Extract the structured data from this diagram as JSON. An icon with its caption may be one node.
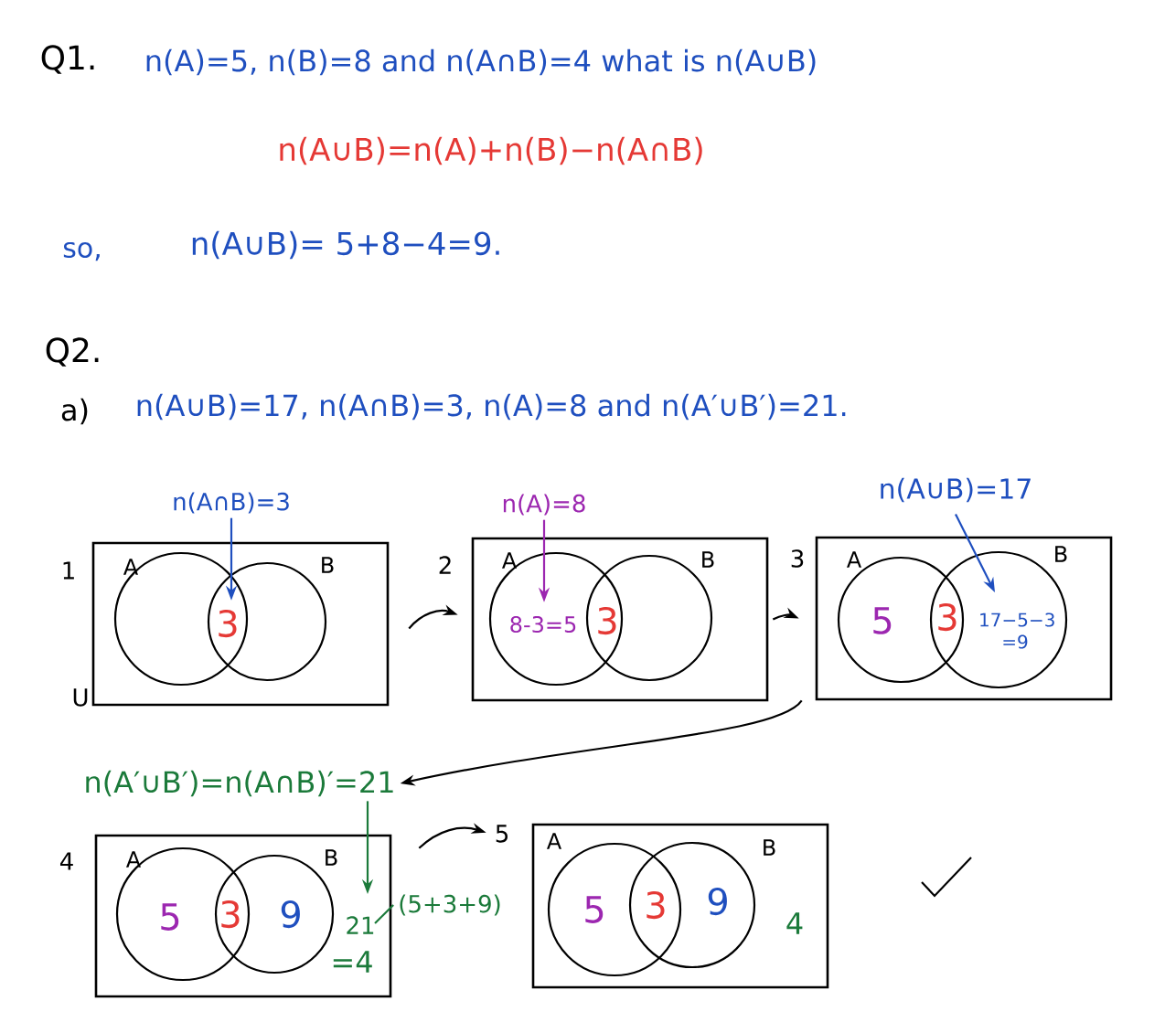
{
  "diagram": {
    "nodes": [
      {
        "text": [
          "A",
          "B",
          "3"
        ],
        "beside": [
          "1",
          "U"
        ]
      },
      {
        "text": [
          "n(A∩B)=3"
        ]
      },
      {
        "text": [
          "A",
          "B",
          "8-3=5",
          "3"
        ],
        "beside": [
          "2"
        ]
      },
      {
        "text": [
          "n(A)=8"
        ]
      },
      {
        "text": [
          "A",
          "B",
          "5",
          "3",
          "17−5−3 =9"
        ],
        "beside": [
          "3"
        ]
      },
      {
        "text": [
          "n(A∪B)=17"
        ]
      },
      {
        "text": [
          "n(A′∪B′)=n(A∩B)′=21"
        ]
      },
      {
        "text": [
          "A",
          "B",
          "5",
          "3",
          "9",
          "21",
          "=4"
        ],
        "beside": [
          "4"
        ]
      },
      {
        "text": [
          "(5+3+9)"
        ]
      },
      {
        "text": [
          "A",
          "B",
          "5",
          "3",
          "9",
          "4"
        ],
        "beside": [
          "5"
        ]
      }
    ],
    "edges": [
      {
        "from": 1,
        "to": 0,
        "arrow": "to",
        "color": "#1f4fbf"
      },
      {
        "from": 0,
        "to": 2,
        "arrow": "to"
      },
      {
        "from": 3,
        "to": 2,
        "arrow": "to",
        "color": "#9c27b0"
      },
      {
        "from": 2,
        "to": 4,
        "arrow": "to"
      },
      {
        "from": 5,
        "to": 4,
        "arrow": "to",
        "color": "#1f4fbf"
      },
      {
        "from": 4,
        "to": 6,
        "arrow": "to"
      },
      {
        "from": 6,
        "to": 7,
        "arrow": "to",
        "color": "#1b7a3a"
      },
      {
        "from": 7,
        "to": 8,
        "arrow": "none",
        "color": "#1b7a3a"
      },
      {
        "from": 7,
        "to": 9,
        "arrow": "to"
      }
    ],
    "labels": [
      "Q1.",
      "n(A)=5,  n(B)=8  and  n(A∩B)=4   what   is   n(A∪B)",
      "n(A∪B)=n(A)+n(B)−n(A∩B)",
      "so,",
      "n(A∪B)= 5+8−4=9.",
      "Q2.",
      "a)",
      "n(A∪B)=17,  n(A∩B)=3,  n(A)=8  and  n(A′∪B′)=21."
    ]
  }
}
